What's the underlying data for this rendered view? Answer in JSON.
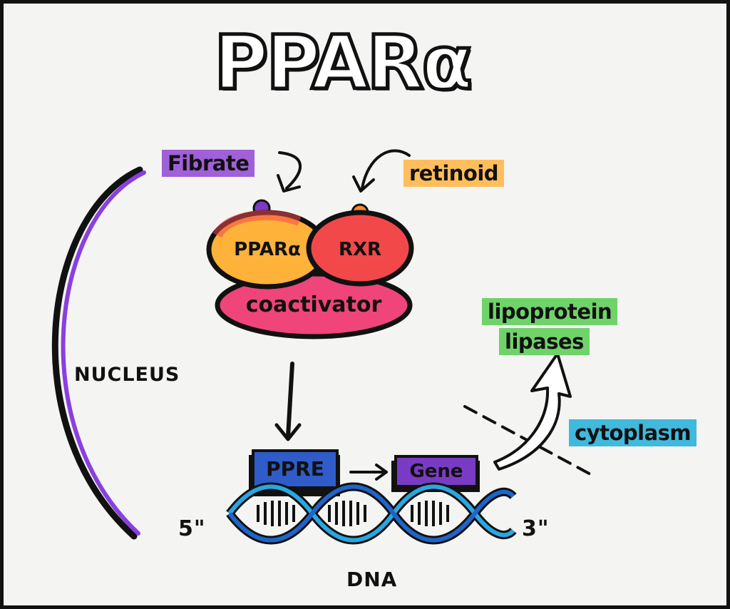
{
  "title": "PPARα",
  "ligands": {
    "fibrate": "Fibrate",
    "retinoid": "retinoid"
  },
  "complex": {
    "receptor_1": "PPARα",
    "receptor_2": "RXR",
    "coactivator": "coactivator"
  },
  "dna": {
    "element": "PPRE",
    "gene": "Gene",
    "five_prime": "5\"",
    "three_prime": "3\"",
    "label": "DNA"
  },
  "compartments": {
    "nucleus": "NUCLEUS",
    "cytoplasm": "cytoplasm"
  },
  "product": {
    "line1": "lipoprotein",
    "line2": "lipases"
  },
  "colors": {
    "fibrate_highlight": "#a060d8",
    "retinoid_highlight": "#ffbe5c",
    "ppar_fill": "#ffb23a",
    "rxr_fill": "#f2484a",
    "coactivator_fill": "#f0457a",
    "ppre_fill": "#2f5cc9",
    "gene_fill": "#7a3bc4",
    "product_highlight": "#6fd36a",
    "cytoplasm_highlight": "#40b9dc",
    "nucleus_arc": "#8a3fe0",
    "dna_blue": "#2aa6e0"
  }
}
